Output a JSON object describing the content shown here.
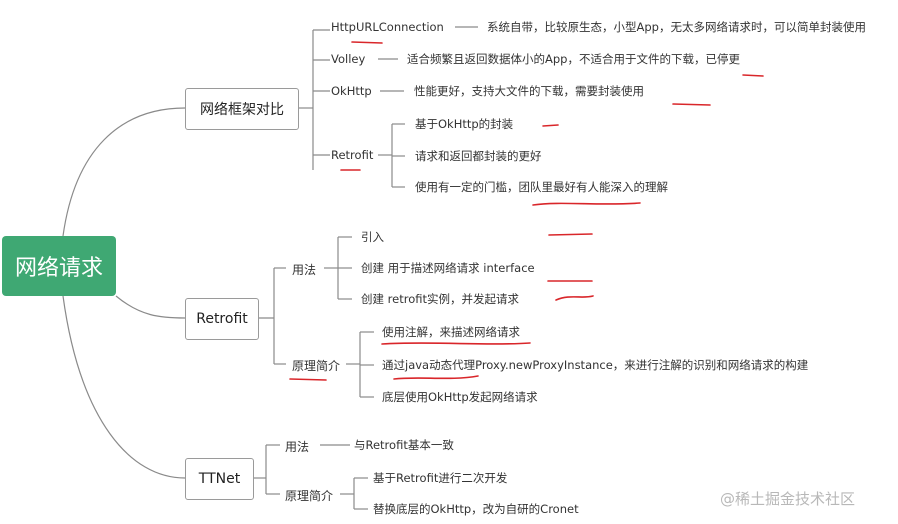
{
  "root": "网络请求",
  "branches": {
    "frameworks": {
      "label": "网络框架对比",
      "items": [
        {
          "name": "HttpURLConnection",
          "desc": "系统自带，比较原生态，小型App，无太多网络请求时，可以简单封装使用"
        },
        {
          "name": "Volley",
          "desc": "适合频繁且返回数据体小的App，不适合用于文件的下载，已停更"
        },
        {
          "name": "OkHttp",
          "desc": "性能更好，支持大文件的下载，需要封装使用"
        },
        {
          "name": "Retrofit",
          "desc": [
            "基于OkHttp的封装",
            "请求和返回都封装的更好",
            "使用有一定的门槛，团队里最好有人能深入的理解"
          ]
        }
      ]
    },
    "retrofit": {
      "label": "Retrofit",
      "usage": {
        "label": "用法",
        "items": [
          "引入",
          "创建 用于描述网络请求 interface",
          "创建 retrofit实例，并发起请求"
        ]
      },
      "principle": {
        "label": "原理简介",
        "items": [
          "使用注解，来描述网络请求",
          "通过java动态代理Proxy.newProxyInstance，来进行注解的识别和网络请求的构建",
          "底层使用OkHttp发起网络请求"
        ]
      }
    },
    "ttnet": {
      "label": "TTNet",
      "usage": {
        "label": "用法",
        "items": [
          "与Retrofit基本一致"
        ]
      },
      "principle": {
        "label": "原理简介",
        "items": [
          "基于Retrofit进行二次开发",
          "替换底层的OkHttp，改为自研的Cronet"
        ]
      }
    }
  },
  "watermark": "@稀土掘金技术社区",
  "colors": {
    "root": "#3fa873",
    "line": "#8a8a8a",
    "annotation": "#d9262a"
  }
}
